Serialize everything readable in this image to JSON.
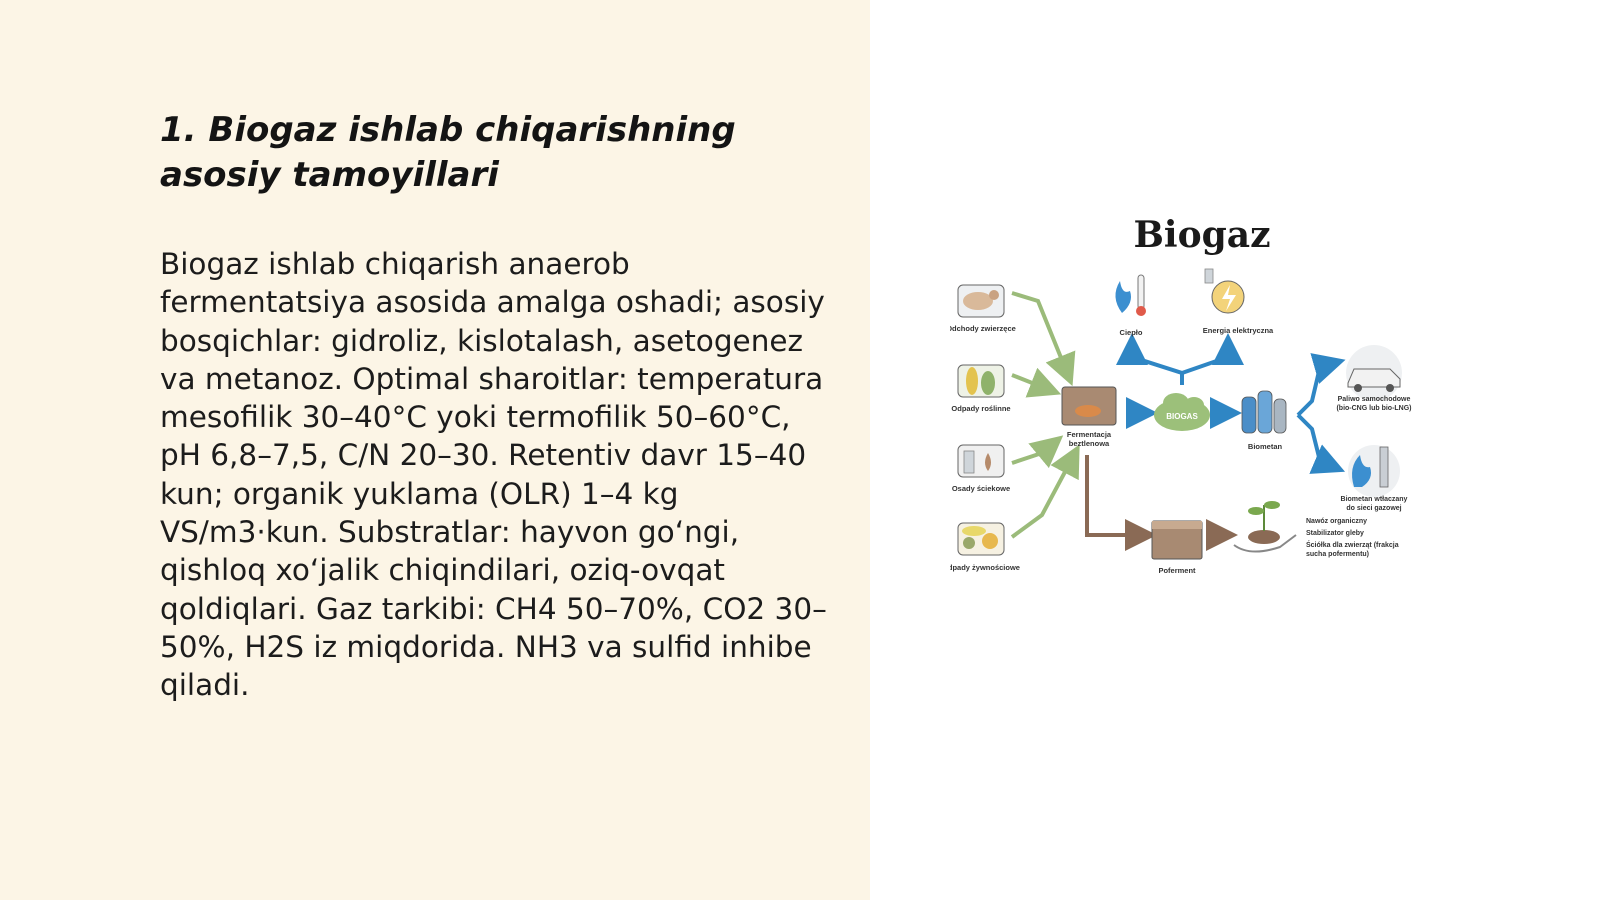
{
  "slide": {
    "heading": "1. Biogaz ishlab chiqarishning asosiy tamoyillari",
    "body": "Biogaz ishlab chiqarish anaerob fermentatsiya asosida amalga oshadi; asosiy bosqichlar: gidroliz, kislotalash, asetogenez va metanoz. Optimal sharoitlar: temperatura mesofilik 30–40°C yoki termofilik 50–60°C, pH 6,8–7,5, C/N 20–30. Retentiv davr 15–40 kun; organik yuklama (OLR) 1–4 kg VS/m3·kun. Substratlar: hayvon go‘ngi, qishloq xo‘jalik chiqindilari, oziq-ovqat qoldiqlari. Gaz tarkibi: CH4 50–70%, CO2 30–50%, H2S iz miqdorida. NH3 va sulfid inhibe qiladi."
  },
  "figure": {
    "title": "Biogaz",
    "inputs": [
      "Odchody zwierzęce",
      "Odpady roślinne",
      "Osady ściekowe",
      "Odpady żywnościowe"
    ],
    "fermenter_label_1": "Fermentacja",
    "fermenter_label_2": "beztlenowa",
    "biogas_badge": "BIOGAS",
    "heat_label": "Ciepło",
    "electricity_label": "Energia elektryczna",
    "biomethane_label": "Biometan",
    "fuel_label_1": "Paliwo samochodowe",
    "fuel_label_2": "(bio-CNG lub bio-LNG)",
    "grid_label_1": "Biometan wtłaczany",
    "grid_label_2": "do sieci gazowej",
    "digestate_label": "Poferment",
    "uses": [
      "Nawóz organiczny",
      "Stabilizator gleby",
      "Ściółka dla zwierząt (frakcja",
      "sucha pofermentu)"
    ]
  }
}
